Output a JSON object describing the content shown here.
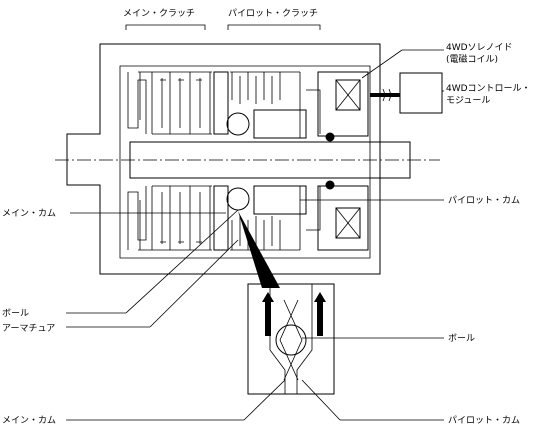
{
  "labels": {
    "main_clutch": "メイン・クラッチ",
    "pilot_clutch": "パイロット・クラッチ",
    "solenoid_1": "4WDソレノイド",
    "solenoid_2": "(電磁コイル)",
    "control_module_1": "4WDコントロール・",
    "control_module_2": "モジュール",
    "main_cam": "メイン・カム",
    "pilot_cam": "パイロット・カム",
    "ball": "ボール",
    "armature": "アーマチュア",
    "ball_detail": "ボール",
    "main_cam_detail": "メイン・カム",
    "pilot_cam_detail": "パイロット・カム"
  }
}
